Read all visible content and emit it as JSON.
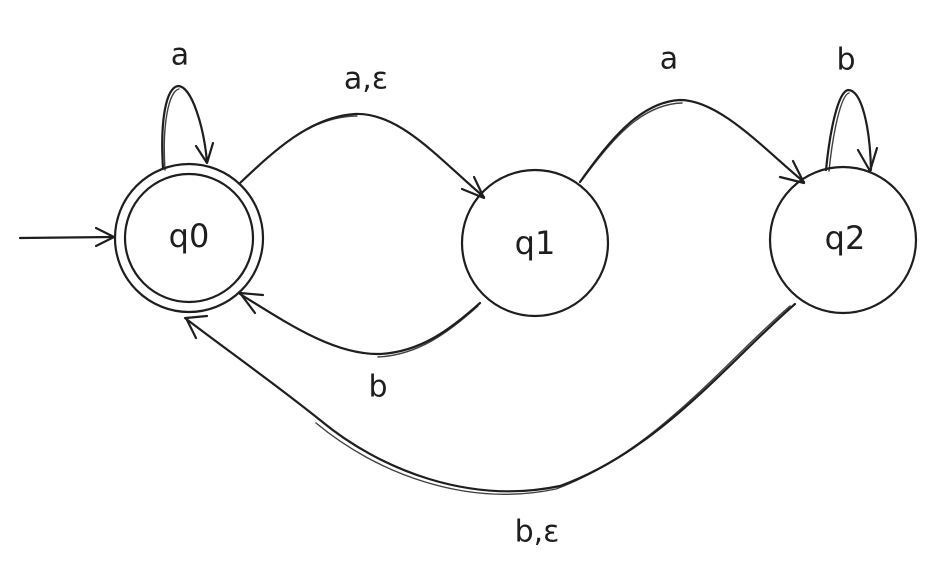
{
  "diagram": {
    "stroke_color": "#1e1e1e",
    "background_color": "#ffffff",
    "states": [
      {
        "id": "q0",
        "label": "q0",
        "initial": true,
        "accepting": true
      },
      {
        "id": "q1",
        "label": "q1",
        "initial": false,
        "accepting": false
      },
      {
        "id": "q2",
        "label": "q2",
        "initial": false,
        "accepting": false
      }
    ],
    "transitions": [
      {
        "id": "q0-q0",
        "from": "q0",
        "to": "q0",
        "label": "a"
      },
      {
        "id": "q0-q1",
        "from": "q0",
        "to": "q1",
        "label": "a,ε"
      },
      {
        "id": "q1-q2",
        "from": "q1",
        "to": "q2",
        "label": "a"
      },
      {
        "id": "q2-q2",
        "from": "q2",
        "to": "q2",
        "label": "b"
      },
      {
        "id": "q1-q0",
        "from": "q1",
        "to": "q0",
        "label": "b"
      },
      {
        "id": "q2-q0",
        "from": "q2",
        "to": "q0",
        "label": "b,ε"
      }
    ]
  }
}
